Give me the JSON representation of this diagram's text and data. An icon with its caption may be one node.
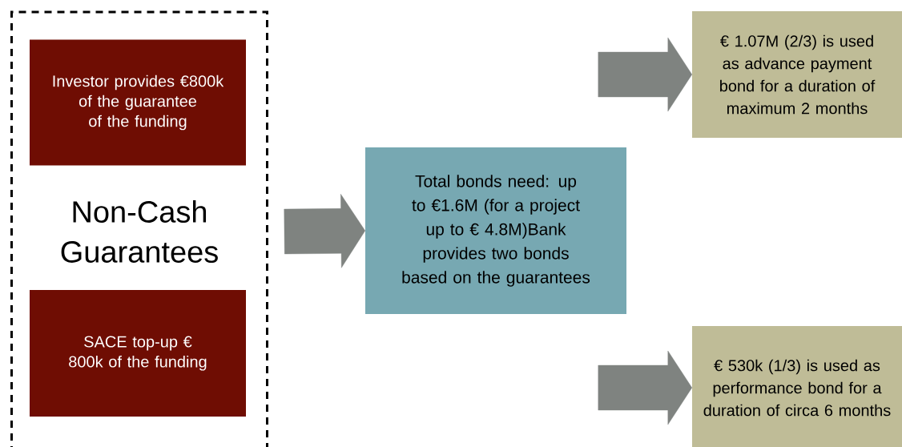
{
  "diagram": {
    "nodes": [
      {
        "text": [
          "Non-Cash Guarantees"
        ]
      },
      {
        "text": [
          "Investor provides €800k of the guarantee of the funding"
        ],
        "in": 0
      },
      {
        "text": [
          "SACE top-up € 800k of the funding"
        ],
        "in": 0
      },
      {
        "text": [
          "Total bonds need: up to €1.6M (for a project up to € 4.8M)Bank provides two bonds based on the guarantees"
        ]
      },
      {
        "text": [
          "€ 1.07M (2/3) is used as advance payment bond for a duration of maximum 2 months"
        ]
      },
      {
        "text": [
          "€ 530k (1/3) is used as performance bond for a duration of circa 6 months"
        ]
      }
    ],
    "edges": [
      {
        "from": 0,
        "to": 3,
        "arrow": "to"
      },
      {
        "from": null,
        "to": 4,
        "arrow": "to"
      },
      {
        "from": null,
        "to": 5,
        "arrow": "to"
      }
    ]
  }
}
